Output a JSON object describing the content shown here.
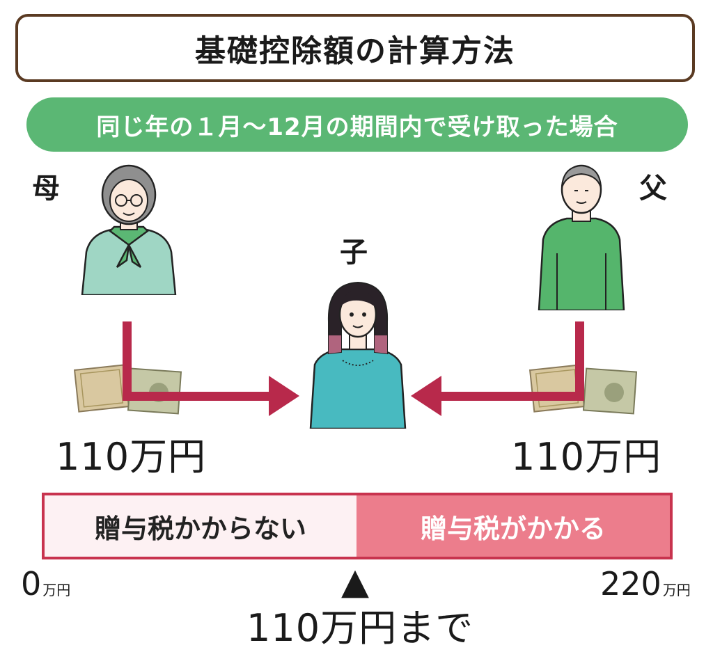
{
  "title": "基礎控除額の計算方法",
  "condition": "同じ年の１月～12月の期間内で受け取った場合",
  "mother": {
    "label": "母",
    "amount": "110万円"
  },
  "father": {
    "label": "父",
    "amount": "110万円"
  },
  "child": {
    "label": "子"
  },
  "bar": {
    "free_label": "贈与税かからない",
    "taxed_label": "贈与税がかかる",
    "start_value": "0",
    "start_unit": "万円",
    "end_value": "220",
    "end_unit": "万円",
    "marker": "▲",
    "threshold_label": "110万円まで"
  },
  "colors": {
    "title_border": "#5a3a22",
    "condition_bg": "#5bb774",
    "arrow": "#b8294b",
    "bar_border": "#c8334e",
    "bar_free": "#fdf1f3",
    "bar_taxed": "#ec7d8c",
    "mother_shirt": "#9fd6c4",
    "father_shirt": "#55b56c",
    "child_shirt": "#48bac0"
  }
}
